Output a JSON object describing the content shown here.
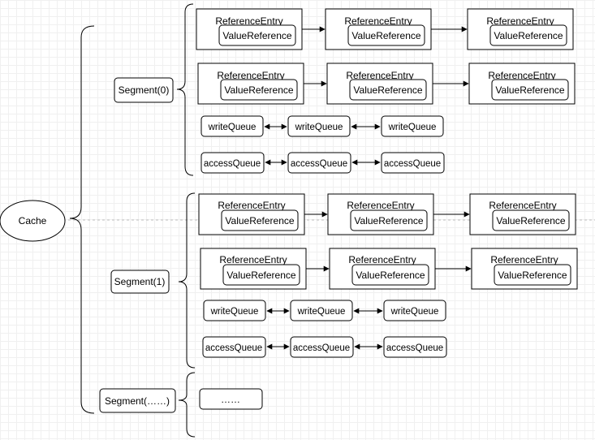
{
  "cache": {
    "label": "Cache"
  },
  "segments": [
    {
      "label": "Segment(0)",
      "entries": [
        {
          "ref": "ReferenceEntry",
          "value": "ValueReference"
        },
        {
          "ref": "ReferenceEntry",
          "value": "ValueReference"
        },
        {
          "ref": "ReferenceEntry",
          "value": "ValueReference"
        },
        {
          "ref": "ReferenceEntry",
          "value": "ValueReference"
        },
        {
          "ref": "ReferenceEntry",
          "value": "ValueReference"
        },
        {
          "ref": "ReferenceEntry",
          "value": "ValueReference"
        }
      ],
      "write_queue": [
        "writeQueue",
        "writeQueue",
        "writeQueue"
      ],
      "access_queue": [
        "accessQueue",
        "accessQueue",
        "accessQueue"
      ]
    },
    {
      "label": "Segment(1)",
      "entries": [
        {
          "ref": "ReferenceEntry",
          "value": "ValueReference"
        },
        {
          "ref": "ReferenceEntry",
          "value": "ValueReference"
        },
        {
          "ref": "ReferenceEntry",
          "value": "ValueReference"
        },
        {
          "ref": "ReferenceEntry",
          "value": "ValueReference"
        },
        {
          "ref": "ReferenceEntry",
          "value": "ValueReference"
        },
        {
          "ref": "ReferenceEntry",
          "value": "ValueReference"
        }
      ],
      "write_queue": [
        "writeQueue",
        "writeQueue",
        "writeQueue"
      ],
      "access_queue": [
        "accessQueue",
        "accessQueue",
        "accessQueue"
      ]
    },
    {
      "label": "Segment(……)",
      "placeholder": "……"
    }
  ]
}
